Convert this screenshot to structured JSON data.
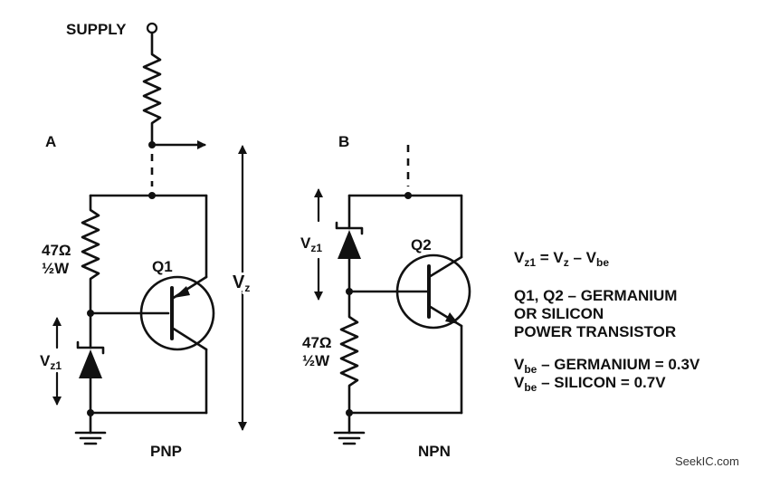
{
  "labels": {
    "supply": "SUPPLY",
    "panel_a": "A",
    "panel_b": "B",
    "q1": "Q1",
    "q2": "Q2",
    "pnp": "PNP",
    "npn": "NPN",
    "resistor_value": "47Ω",
    "resistor_power": "½W",
    "vz1_main": "V",
    "vz1_sub": "z1",
    "vz_main": "V",
    "vz_sub": "z"
  },
  "notes": {
    "eq_lhs_main": "V",
    "eq_lhs_sub": "z1",
    "eq_mid": " = V",
    "eq_mid_sub": "z",
    "eq_rhs_main": " – V",
    "eq_rhs_sub": "be",
    "transistors_line1": "Q1, Q2 – GERMANIUM",
    "transistors_line2": "OR SILICON",
    "transistors_line3": "POWER TRANSISTOR",
    "vbe_ge_main": "V",
    "vbe_ge_sub": "be",
    "vbe_ge_rest": " – GERMANIUM = 0.3V",
    "vbe_si_main": "V",
    "vbe_si_sub": "be",
    "vbe_si_rest": " – SILICON = 0.7V"
  },
  "watermark": "SeekIC.com"
}
